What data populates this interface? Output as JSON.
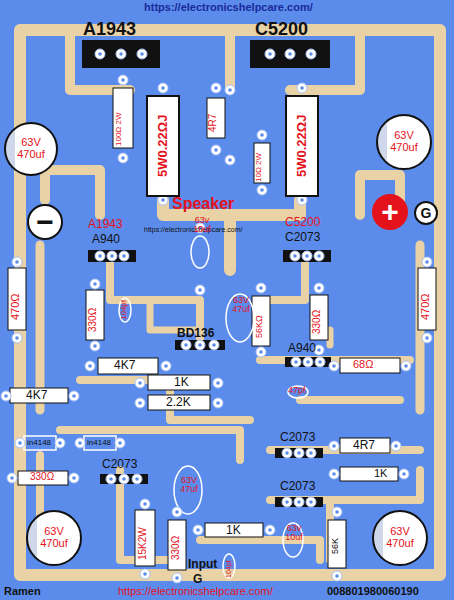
{
  "diagram": {
    "nodes": [
      {
        "text": [
          "5W0.22ΩJ"
        ]
      },
      {
        "text": [
          "5W0.22ΩJ"
        ]
      },
      {
        "text": [
          "63V 470uf"
        ]
      },
      {
        "text": [
          "63V 470uf"
        ]
      },
      {
        "text": [
          "−"
        ]
      },
      {
        "text": [
          "+"
        ]
      },
      {
        "text": [
          "G"
        ]
      },
      {
        "text": [
          "63V 470uf"
        ]
      },
      {
        "text": [
          "63V 470uf"
        ]
      }
    ],
    "labels": [
      "https://electronicshelpcare.com/",
      "A1943",
      "C5200",
      "100Ω 2W",
      "4R7",
      "10Ω 2W",
      "Speaker",
      "https://electronicshelpcare.com/",
      "A1943",
      "A940",
      "C5200",
      "C2073",
      "470Ω",
      "470Ω",
      "63v 10uf",
      "330Ω",
      "104pf",
      "63V 47uf",
      "56KΩ",
      "330Ω",
      "BD136",
      "A940",
      "68Ω",
      "47pf",
      "4K7",
      "1K",
      "2.2K",
      "4K7",
      "in4148",
      "in4148",
      "C2073",
      "330Ω",
      "C2073",
      "4R7",
      "1K",
      "63V 47uf",
      "C2073",
      "15K2W",
      "330Ω",
      "1K",
      "63v 10uf",
      "56K",
      "104pf",
      "Input",
      "G",
      "Ramen",
      "https://electronicshelpcare.com/",
      "008801980060190"
    ]
  }
}
